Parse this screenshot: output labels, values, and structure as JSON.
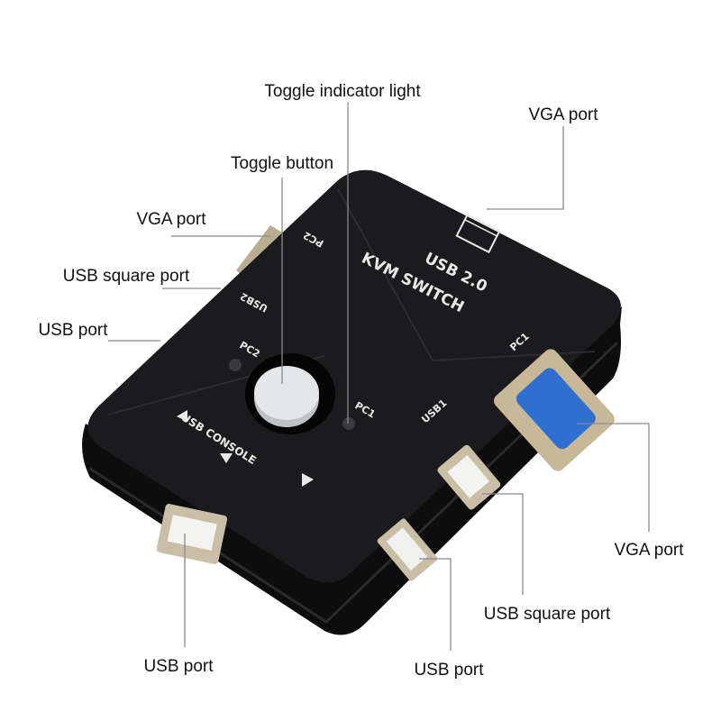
{
  "callouts": {
    "toggle_indicator_light": "Toggle indicator light",
    "toggle_button": "Toggle button",
    "vga_port_top_right": "VGA port",
    "vga_port_left": "VGA port",
    "usb_square_port_left": "USB square port",
    "usb_port_left": "USB port",
    "vga_port_right": "VGA port",
    "usb_square_port_bottom": "USB square port",
    "usb_port_bottom_right": "USB port",
    "usb_port_bottom_left": "USB port"
  },
  "device": {
    "title_line1": "USB 2.0",
    "title_line2": "KVM SWITCH",
    "pc2_top": "PC2",
    "usb2": "USB2",
    "pc1_right": "PC1",
    "usb1": "USB1",
    "led_pc2": "PC2",
    "led_pc1": "PC1",
    "usb_console": "USB CONSOLE",
    "body_color": "#1b1b1d",
    "button_color": "#e4e6e8",
    "vga_color": "#2f6fd0"
  }
}
